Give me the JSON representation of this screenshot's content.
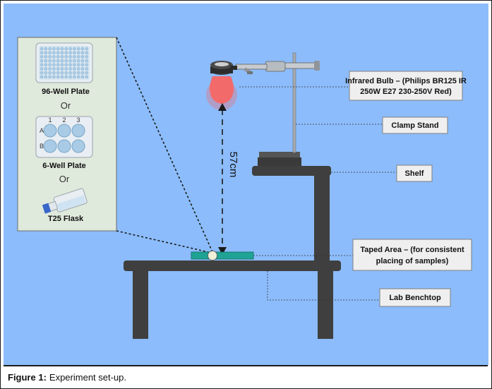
{
  "panel": {
    "item1": "96-Well Plate",
    "or1": "Or",
    "item2": "6-Well Plate",
    "or2": "Or",
    "item3": "T25 Flask",
    "well_rows": [
      "A",
      "B"
    ],
    "well_cols": [
      "1",
      "2",
      "3"
    ]
  },
  "labels": {
    "bulb_line1": "Infrared Bulb – (Philips BR125 IR",
    "bulb_line2": "250W E27 230-250V Red)",
    "clamp": "Clamp Stand",
    "shelf": "Shelf",
    "taped_line1": "Taped Area – (for consistent",
    "taped_line2": "placing of samples)",
    "bench": "Lab Benchtop",
    "distance": "57cm"
  },
  "caption": {
    "bold": "Figure 1:",
    "text": "Experiment set-up."
  },
  "colors": {
    "background": "#8cbcfb",
    "furniture": "#3f3f3f",
    "bulb": "#f26a6a",
    "tape": "#1fa394",
    "panel": "#dfe9dc"
  }
}
